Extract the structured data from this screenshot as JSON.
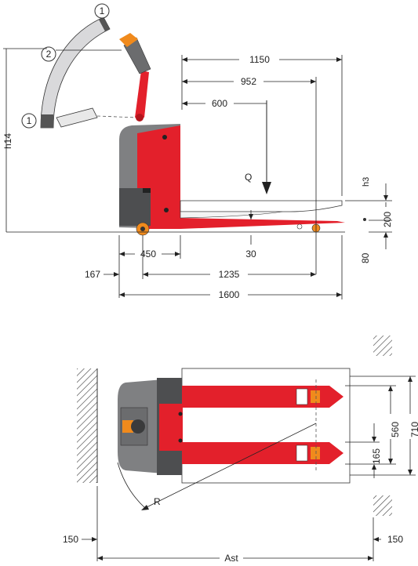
{
  "labels": {
    "pos1_top": "1",
    "pos2": "2",
    "pos1_bottom": "1",
    "h14": "h14",
    "q": "Q",
    "h3": "h3",
    "r": "R"
  },
  "dimensions": {
    "d1150": "1150",
    "d952": "952",
    "d600": "600",
    "d200": "200",
    "d80": "80",
    "d450": "450",
    "d30": "30",
    "d167": "167",
    "d1235": "1235",
    "d1600": "1600",
    "d560": "560",
    "d710": "710",
    "d165": "165",
    "d150_left": "150",
    "d150_right": "150",
    "ast": "Ast"
  },
  "colors": {
    "truck_red": "#e3202b",
    "truck_grey": "#7f8082",
    "accent_orange": "#f08a1c"
  }
}
